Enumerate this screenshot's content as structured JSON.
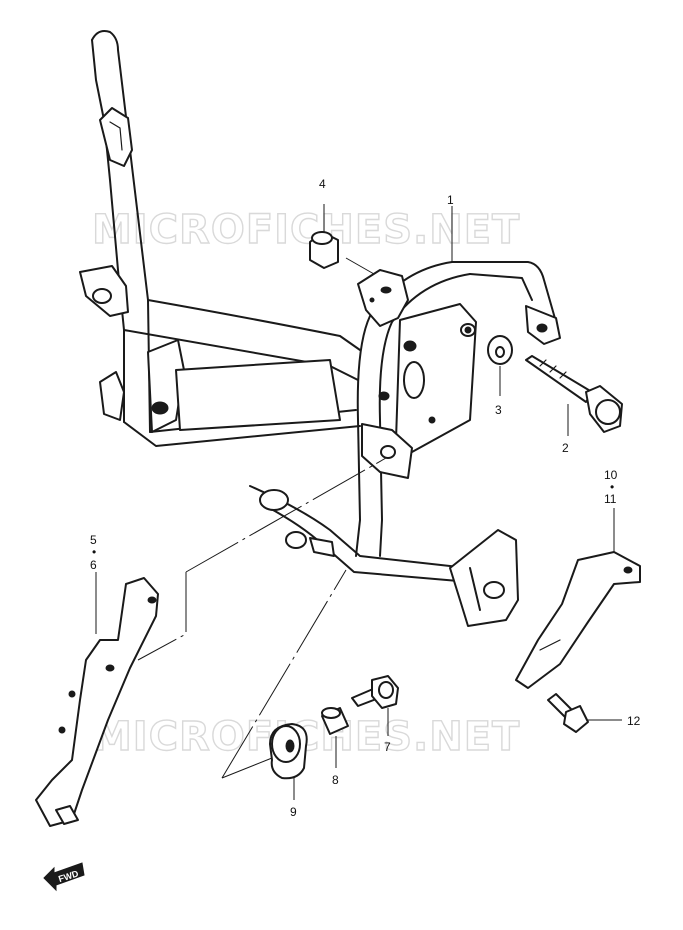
{
  "watermark": {
    "top": "MICROFICHES.NET",
    "bottom": "MICROFICHES.NET"
  },
  "callouts": {
    "c1": "1",
    "c2": "2",
    "c3": "3",
    "c4": "4",
    "c5": "5",
    "c6": "6",
    "c7": "7",
    "c8": "8",
    "c9": "9",
    "c10": "10",
    "c11": "11",
    "c12": "12",
    "sep": "•"
  },
  "fwd_label": "FWD",
  "colors": {
    "line": "#1a1a1a",
    "watermark": "#d9d9d9",
    "background": "#ffffff"
  }
}
